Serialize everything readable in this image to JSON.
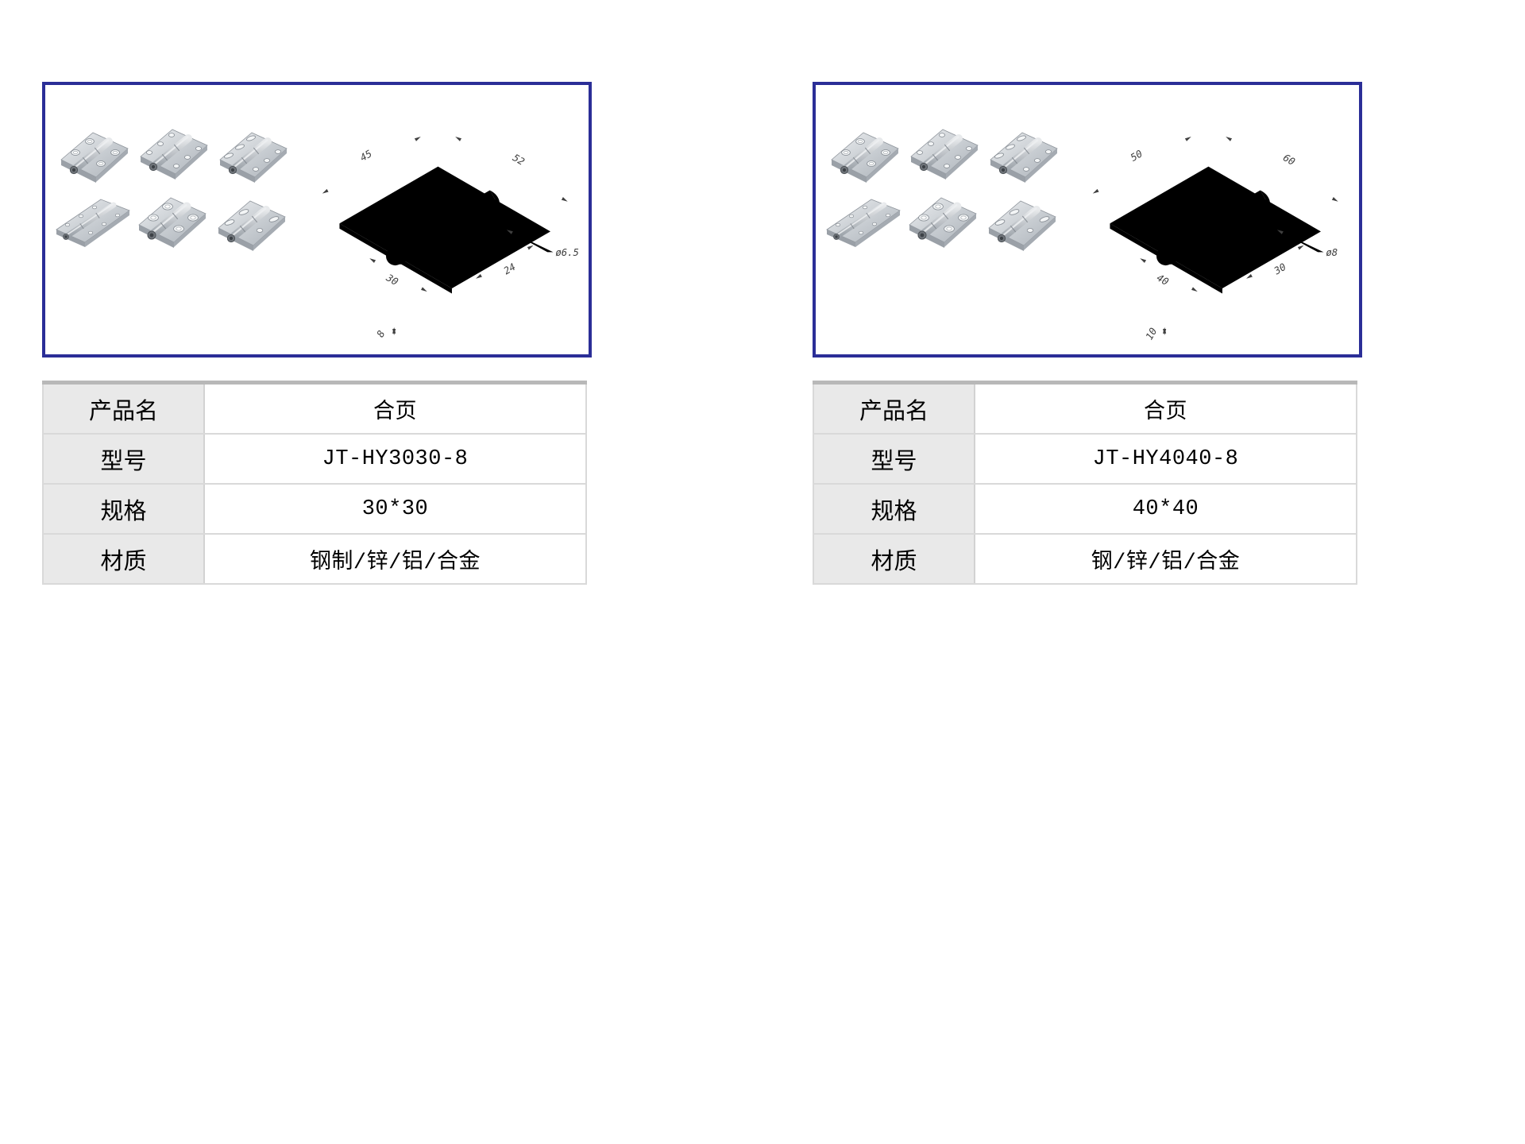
{
  "style": {
    "panel_border_color": "#2b2e97",
    "table_top_bar_color": "#b8b8b8",
    "table_border_color": "#d9d9d9",
    "table_label_bg": "#e9e9e9",
    "metal_light": "#edeff1",
    "metal_dark": "#adb3ba"
  },
  "products": [
    {
      "image_box": {
        "photo_count": 6,
        "drawing_labels": {
          "edge_top_left": "45",
          "edge_top_right": "52",
          "hole_diameter": "ø6.5",
          "pitch_lower_left": "30",
          "pitch_lower_right": "24",
          "thickness": "8"
        }
      },
      "table": {
        "rows": [
          {
            "label": "产品名",
            "value": "合页"
          },
          {
            "label": "型号",
            "value": "JT-HY3030-8"
          },
          {
            "label": "规格",
            "value": "30*30"
          },
          {
            "label": "材质",
            "value": "钢制/锌/铝/合金"
          }
        ]
      }
    },
    {
      "image_box": {
        "photo_count": 6,
        "drawing_labels": {
          "edge_top_left": "50",
          "edge_top_right": "60",
          "hole_diameter": "ø8",
          "pitch_lower_left": "40",
          "pitch_lower_right": "30",
          "thickness": "10"
        }
      },
      "table": {
        "rows": [
          {
            "label": "产品名",
            "value": "合页"
          },
          {
            "label": "型号",
            "value": "JT-HY4040-8"
          },
          {
            "label": "规格",
            "value": "40*40"
          },
          {
            "label": "材质",
            "value": "钢/锌/铝/合金"
          }
        ]
      }
    }
  ]
}
